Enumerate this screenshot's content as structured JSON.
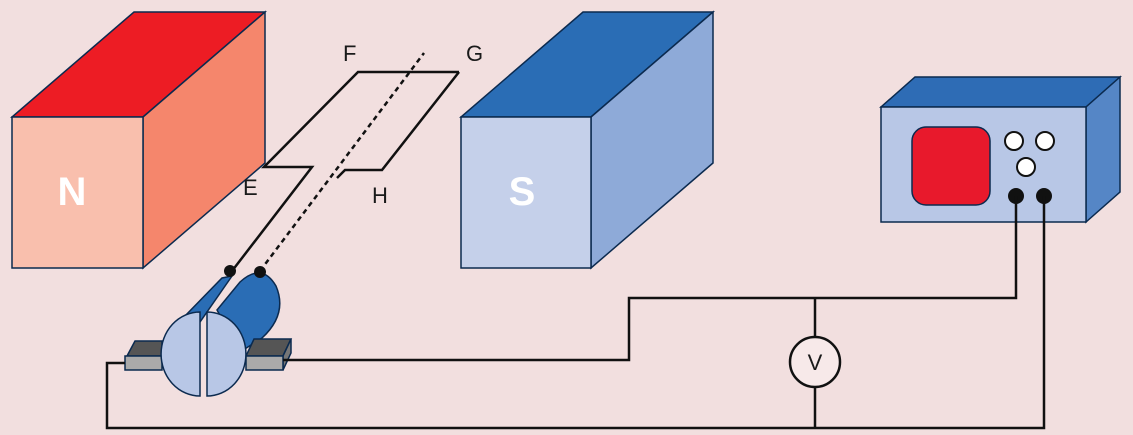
{
  "magnets": {
    "north_label": "N",
    "south_label": "S"
  },
  "coil": {
    "corner_labels": {
      "e": "E",
      "f": "F",
      "g": "G",
      "h": "H"
    }
  },
  "voltmeter": {
    "label": "V"
  },
  "colors": {
    "background": "#f2dfdf",
    "north_front": "#f9bfad",
    "north_top": "#ed1c24",
    "north_side": "#f5866c",
    "south_front": "#c5d0ea",
    "south_top": "#2a6db5",
    "south_side": "#8eaad8",
    "supply_front": "#b8c7e6",
    "supply_top": "#2e6cb5",
    "supply_side": "#5586c6",
    "supply_screen": "#e8192c",
    "commutator_light": "#b8c7e6",
    "commutator_dark": "#2a6db5",
    "brush_dark": "#555555",
    "brush_light": "#aaaaaa"
  }
}
